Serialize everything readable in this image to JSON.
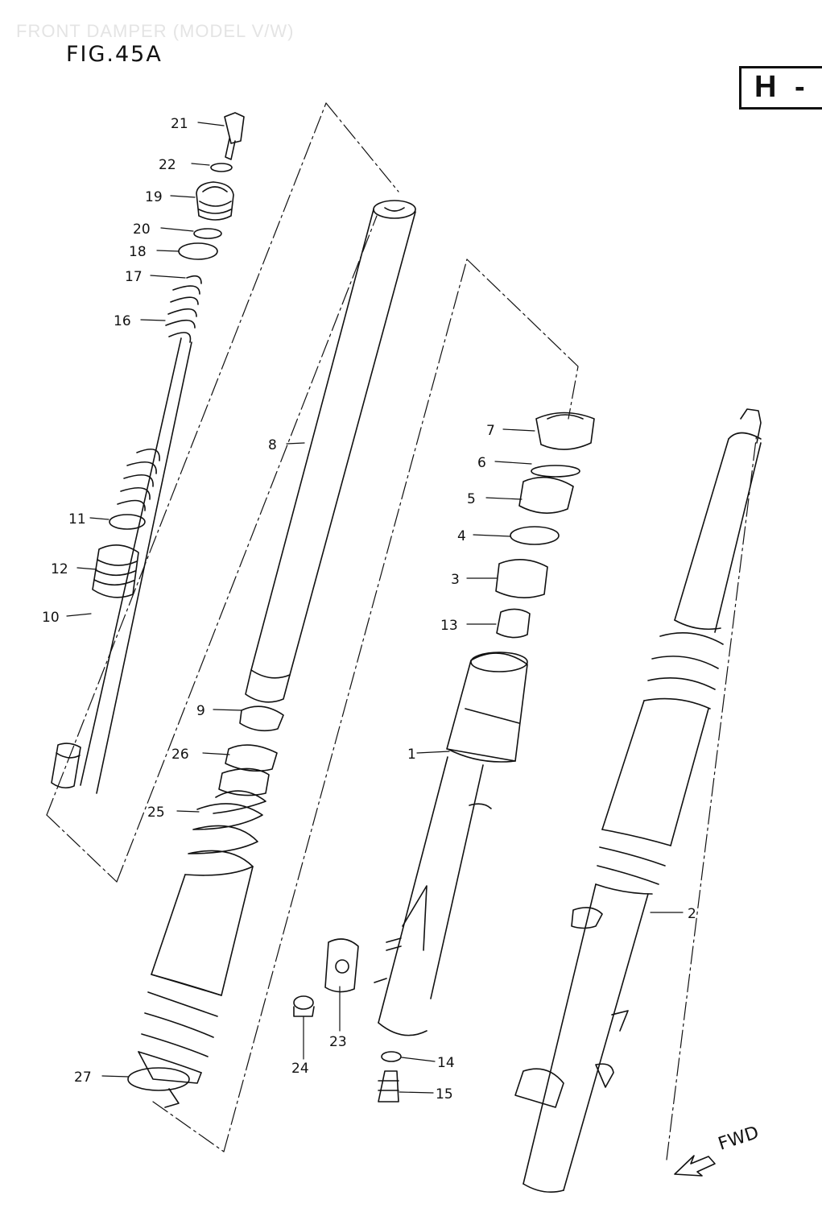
{
  "header": {
    "subtitle": "FRONT DAMPER (MODEL V/W)",
    "figure": "FIG.45A",
    "section_badge": "H -"
  },
  "direction_label": "FWD",
  "callouts": [
    {
      "id": "c21",
      "label": "21"
    },
    {
      "id": "c22",
      "label": "22"
    },
    {
      "id": "c19",
      "label": "19"
    },
    {
      "id": "c20",
      "label": "20"
    },
    {
      "id": "c18",
      "label": "18"
    },
    {
      "id": "c17",
      "label": "17"
    },
    {
      "id": "c16",
      "label": "16"
    },
    {
      "id": "c11",
      "label": "11"
    },
    {
      "id": "c12",
      "label": "12"
    },
    {
      "id": "c10",
      "label": "10"
    },
    {
      "id": "c8",
      "label": "8"
    },
    {
      "id": "c9",
      "label": "9"
    },
    {
      "id": "c26",
      "label": "26"
    },
    {
      "id": "c25",
      "label": "25"
    },
    {
      "id": "c27",
      "label": "27"
    },
    {
      "id": "c7",
      "label": "7"
    },
    {
      "id": "c6",
      "label": "6"
    },
    {
      "id": "c5",
      "label": "5"
    },
    {
      "id": "c4",
      "label": "4"
    },
    {
      "id": "c3",
      "label": "3"
    },
    {
      "id": "c13",
      "label": "13"
    },
    {
      "id": "c1",
      "label": "1"
    },
    {
      "id": "c2",
      "label": "2"
    },
    {
      "id": "c23",
      "label": "23"
    },
    {
      "id": "c24",
      "label": "24"
    },
    {
      "id": "c14",
      "label": "14"
    },
    {
      "id": "c15",
      "label": "15"
    }
  ]
}
